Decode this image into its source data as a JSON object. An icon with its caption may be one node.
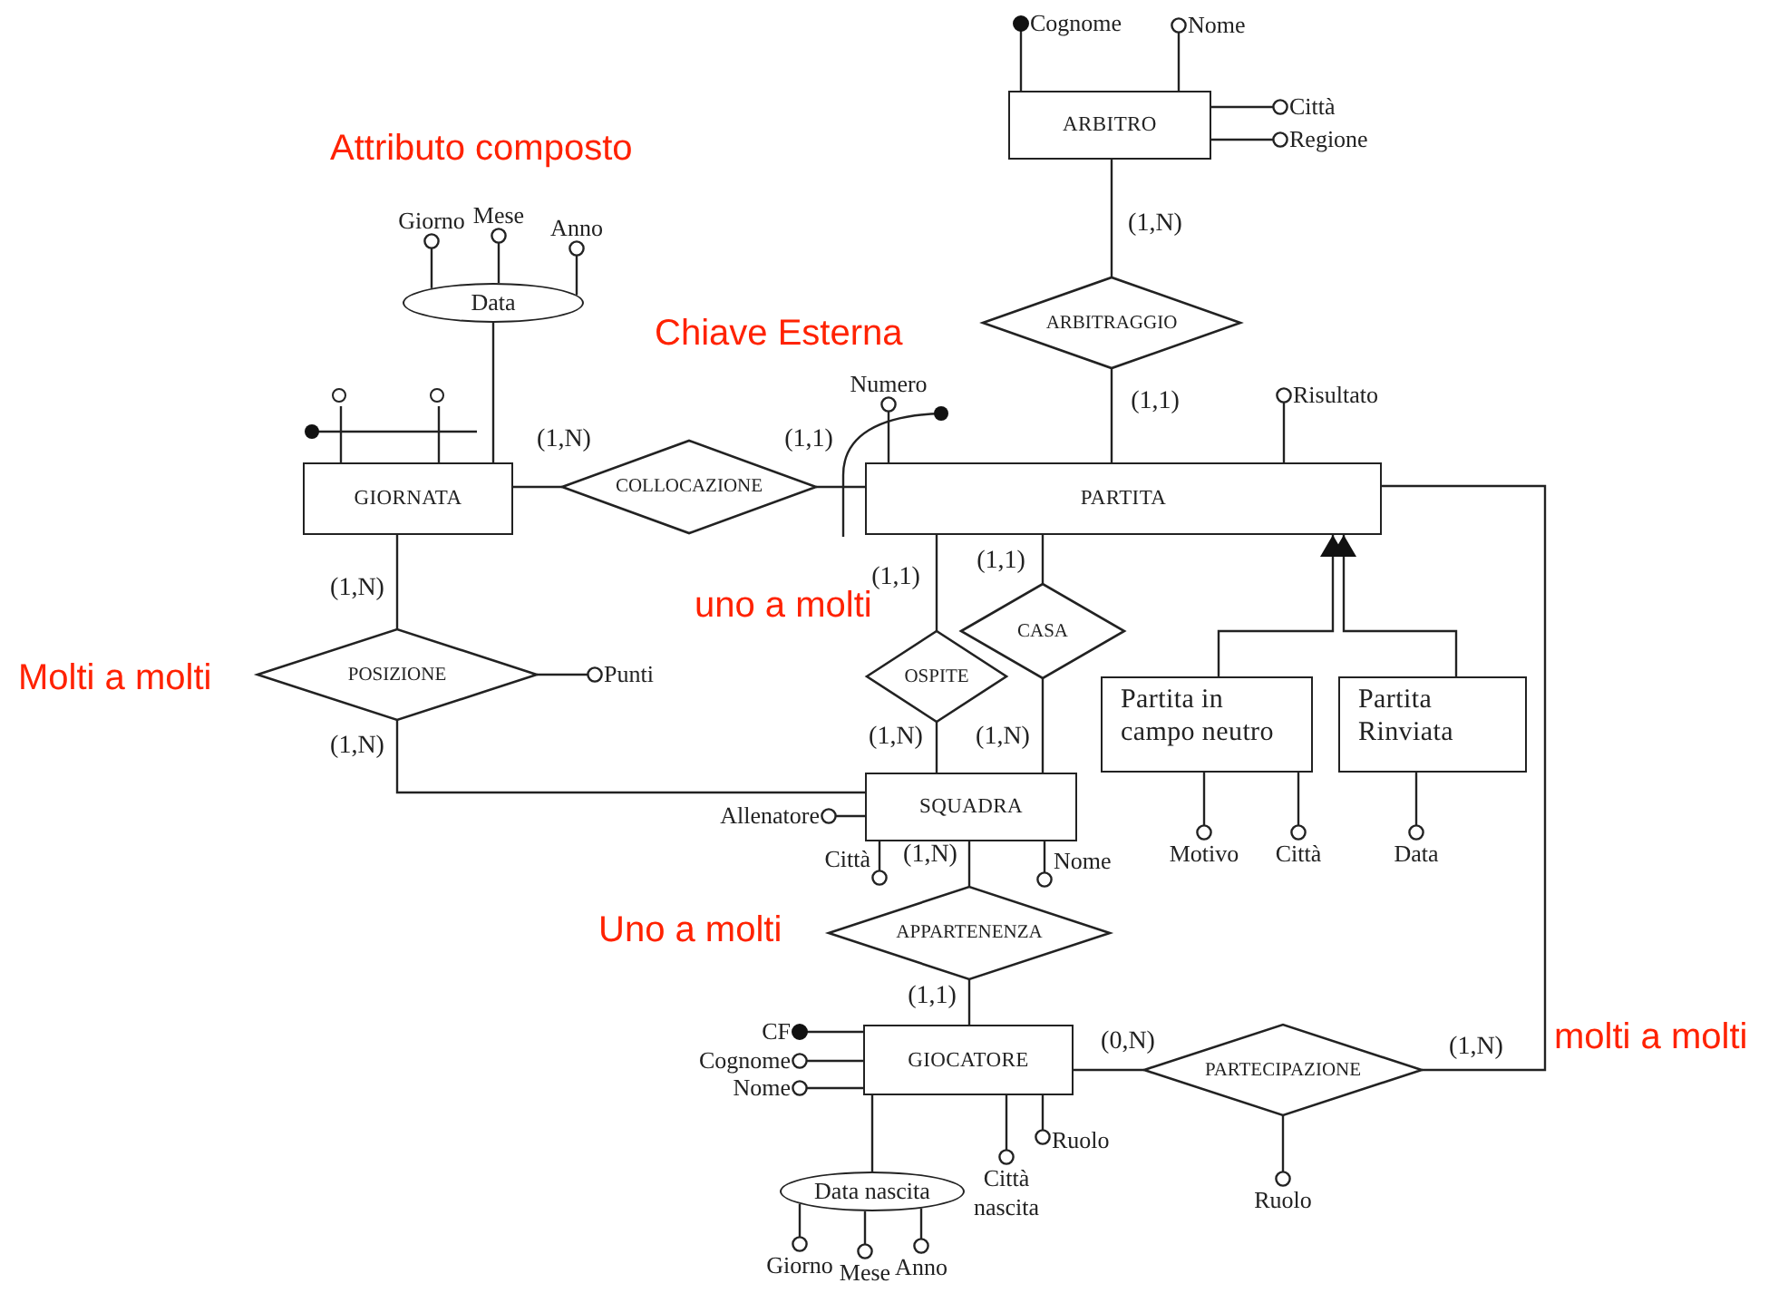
{
  "diagram": {
    "nodes": [
      {
        "text": [
          "ARBITRO"
        ]
      },
      {
        "text": [
          "Cognome"
        ]
      },
      {
        "text": [
          "Nome"
        ]
      },
      {
        "text": [
          "Città"
        ]
      },
      {
        "text": [
          "Regione"
        ]
      },
      {
        "text": [
          "Data"
        ]
      },
      {
        "text": [
          "Giorno"
        ]
      },
      {
        "text": [
          "Mese"
        ]
      },
      {
        "text": [
          "Anno"
        ]
      },
      {
        "text": [
          "ARBITRAGGIO"
        ]
      },
      {
        "text": [],
        "shape": "circle"
      },
      {
        "text": [],
        "shape": "circle"
      },
      {
        "text": [
          "Numero"
        ]
      },
      {
        "text": [
          "Risultato"
        ]
      },
      {
        "text": [
          "GIORNATA"
        ]
      },
      {
        "text": [
          "COLLOCAZIONE"
        ]
      },
      {
        "text": [
          "PARTITA"
        ]
      },
      {
        "text": [
          "POSIZIONE"
        ]
      },
      {
        "text": [
          "Punti"
        ]
      },
      {
        "text": [
          "OSPITE"
        ]
      },
      {
        "text": [
          "CASA"
        ]
      },
      {
        "text": [
          "Partita in campo neutro"
        ]
      },
      {
        "text": [
          "Partita Rinviata"
        ]
      },
      {
        "text": [
          "SQUADRA"
        ]
      },
      {
        "text": [
          "Allenatore"
        ]
      },
      {
        "text": [
          "Città"
        ]
      },
      {
        "text": [
          "Nome"
        ]
      },
      {
        "text": [
          "Motivo"
        ]
      },
      {
        "text": [
          "Città"
        ]
      },
      {
        "text": [
          "Data"
        ]
      },
      {
        "text": [
          "APPARTENENZA"
        ]
      },
      {
        "text": [
          "GIOCATORE"
        ]
      },
      {
        "text": [
          "CF"
        ]
      },
      {
        "text": [
          "Cognome"
        ]
      },
      {
        "text": [
          "Nome"
        ]
      },
      {
        "text": [
          "PARTECIPAZIONE"
        ]
      },
      {
        "text": [
          "Ruolo"
        ]
      },
      {
        "text": [
          "Città nascita"
        ]
      },
      {
        "text": [
          "Ruolo"
        ]
      },
      {
        "text": [
          "Data nascita"
        ]
      },
      {
        "text": [
          "Giorno"
        ]
      },
      {
        "text": [
          "Mese"
        ]
      },
      {
        "text": [
          "Anno"
        ]
      }
    ],
    "edges": [
      {
        "from": 0,
        "to": 9,
        "arrow": "none",
        "label": "(1,N)"
      },
      {
        "from": 9,
        "to": 16,
        "arrow": "none",
        "label": "(1,1)"
      },
      {
        "from": 0,
        "to": 1,
        "arrow": "other"
      },
      {
        "from": 0,
        "to": 2,
        "arrow": "other"
      },
      {
        "from": 0,
        "to": 3,
        "arrow": "other"
      },
      {
        "from": 0,
        "to": 4,
        "arrow": "other"
      },
      {
        "from": 5,
        "to": 6,
        "arrow": "other"
      },
      {
        "from": 5,
        "to": 7,
        "arrow": "other"
      },
      {
        "from": 5,
        "to": 8,
        "arrow": "other"
      },
      {
        "from": 14,
        "to": 5,
        "arrow": "none"
      },
      {
        "from": 14,
        "to": 10,
        "arrow": "none"
      },
      {
        "from": 14,
        "to": 11,
        "arrow": "none"
      },
      {
        "from": 16,
        "to": 12,
        "arrow": "other"
      },
      {
        "from": 16,
        "to": 13,
        "arrow": "other"
      },
      {
        "from": 14,
        "to": 15,
        "arrow": "none",
        "label": "(1,N)"
      },
      {
        "from": 15,
        "to": 16,
        "arrow": "none",
        "label": "(1,1)"
      },
      {
        "from": 14,
        "to": 17,
        "arrow": "none",
        "label": "(1,N)"
      },
      {
        "from": 17,
        "to": 23,
        "arrow": "none",
        "label": "(1,N)"
      },
      {
        "from": 17,
        "to": 18,
        "arrow": "other"
      },
      {
        "from": 16,
        "to": 19,
        "arrow": "none",
        "label": "(1,1)"
      },
      {
        "from": 19,
        "to": 23,
        "arrow": "none",
        "label": "(1,N)"
      },
      {
        "from": 16,
        "to": 20,
        "arrow": "none",
        "label": "(1,1)"
      },
      {
        "from": 20,
        "to": 23,
        "arrow": "none",
        "label": "(1,N)"
      },
      {
        "from": 21,
        "to": 16,
        "arrow": "to"
      },
      {
        "from": 22,
        "to": 16,
        "arrow": "to"
      },
      {
        "from": 23,
        "to": 24,
        "arrow": "other"
      },
      {
        "from": 23,
        "to": 25,
        "arrow": "other"
      },
      {
        "from": 23,
        "to": 26,
        "arrow": "other"
      },
      {
        "from": 21,
        "to": 27,
        "arrow": "other"
      },
      {
        "from": 21,
        "to": 28,
        "arrow": "other"
      },
      {
        "from": 22,
        "to": 29,
        "arrow": "other"
      },
      {
        "from": 23,
        "to": 30,
        "arrow": "none",
        "label": "(1,N)"
      },
      {
        "from": 30,
        "to": 31,
        "arrow": "none",
        "label": "(1,1)"
      },
      {
        "from": 31,
        "to": 32,
        "arrow": "other"
      },
      {
        "from": 31,
        "to": 33,
        "arrow": "other"
      },
      {
        "from": 31,
        "to": 34,
        "arrow": "other"
      },
      {
        "from": 31,
        "to": 35,
        "arrow": "none",
        "label": "(0,N)"
      },
      {
        "from": 35,
        "to": 16,
        "arrow": "none",
        "label": "(1,N)"
      },
      {
        "from": 31,
        "to": 36,
        "arrow": "other"
      },
      {
        "from": 31,
        "to": 37,
        "arrow": "other"
      },
      {
        "from": 31,
        "to": 39,
        "arrow": "none"
      },
      {
        "from": 39,
        "to": 40,
        "arrow": "other"
      },
      {
        "from": 39,
        "to": 41,
        "arrow": "other"
      },
      {
        "from": 39,
        "to": 42,
        "arrow": "other"
      },
      {
        "from": 35,
        "to": 38,
        "arrow": "other"
      }
    ],
    "labels": [
      "Attributo composto",
      "Chiave Esterna",
      "uno a molti",
      "Molti a molti",
      "Uno a molti",
      "molti a molti"
    ]
  }
}
